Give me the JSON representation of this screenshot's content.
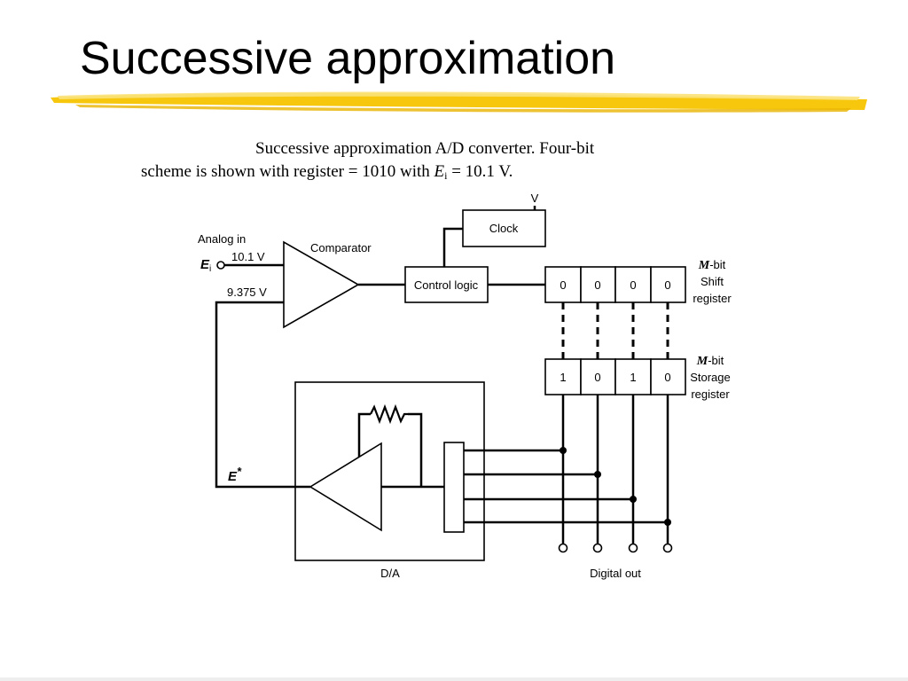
{
  "slide": {
    "title": "Successive approximation",
    "accent_color": "#F5C400"
  },
  "caption": {
    "line1": "Successive approximation A/D converter. Four-bit",
    "line2_prefix": "scheme is shown with register = 1010 with ",
    "var": "E",
    "var_sub": "i",
    "line2_suffix": " = 10.1 V."
  },
  "diagram": {
    "analog_in_label": "Analog in",
    "ei_var": "E",
    "ei_sub": "i",
    "input_voltage": "10.1 V",
    "feedback_voltage": "9.375 V",
    "comparator_label": "Comparator",
    "control_logic_label": "Control logic",
    "clock_label": "Clock",
    "supply_label": "V",
    "shift_register": {
      "label_var": "M",
      "label_suffix": "-bit",
      "label_line2": "Shift",
      "label_line3": "register",
      "bits": [
        "0",
        "0",
        "0",
        "0"
      ]
    },
    "storage_register": {
      "label_var": "M",
      "label_suffix": "-bit",
      "label_line2": "Storage",
      "label_line3": "register",
      "bits": [
        "1",
        "0",
        "1",
        "0"
      ]
    },
    "e_star_label": "E",
    "e_star_sup": "*",
    "da_label": "D/A",
    "digital_out_label": "Digital out"
  }
}
